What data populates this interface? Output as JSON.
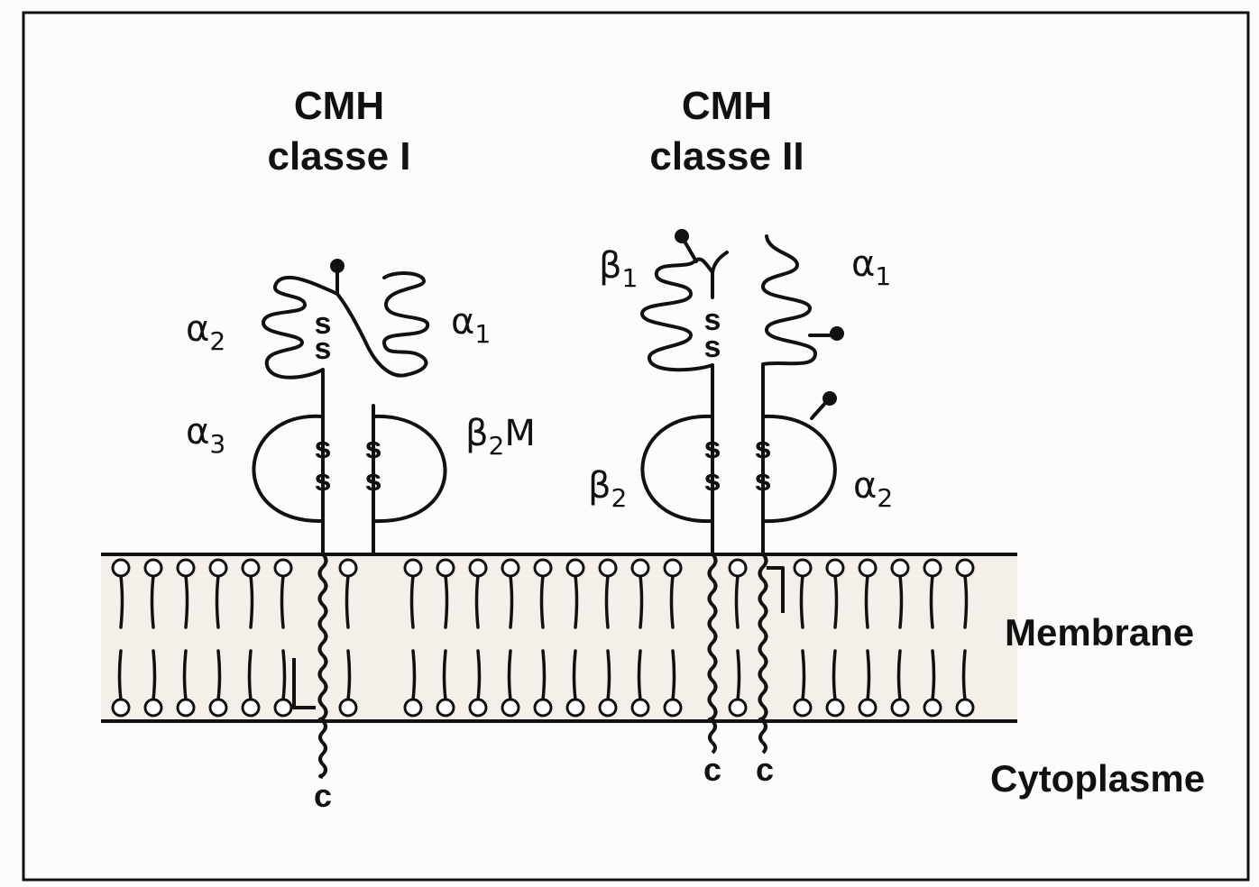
{
  "class1": {
    "title_line1": "CMH",
    "title_line2": "classe I",
    "labels": {
      "a2": "α",
      "a2_sub": "2",
      "a1": "α",
      "a1_sub": "1",
      "a3": "α",
      "a3_sub": "3",
      "b2m_base": "β",
      "b2m_sub": "2",
      "b2m_suffix": "M"
    },
    "disulfide_letter": "s",
    "terminus": "c"
  },
  "class2": {
    "title_line1": "CMH",
    "title_line2": "classe II",
    "labels": {
      "b1": "β",
      "b1_sub": "1",
      "a1": "α",
      "a1_sub": "1",
      "b2": "β",
      "b2_sub": "2",
      "a2": "α",
      "a2_sub": "2"
    },
    "disulfide_letter": "s",
    "terminus": "c"
  },
  "regions": {
    "membrane": "Membrane",
    "cytoplasm": "Cytoplasme"
  }
}
